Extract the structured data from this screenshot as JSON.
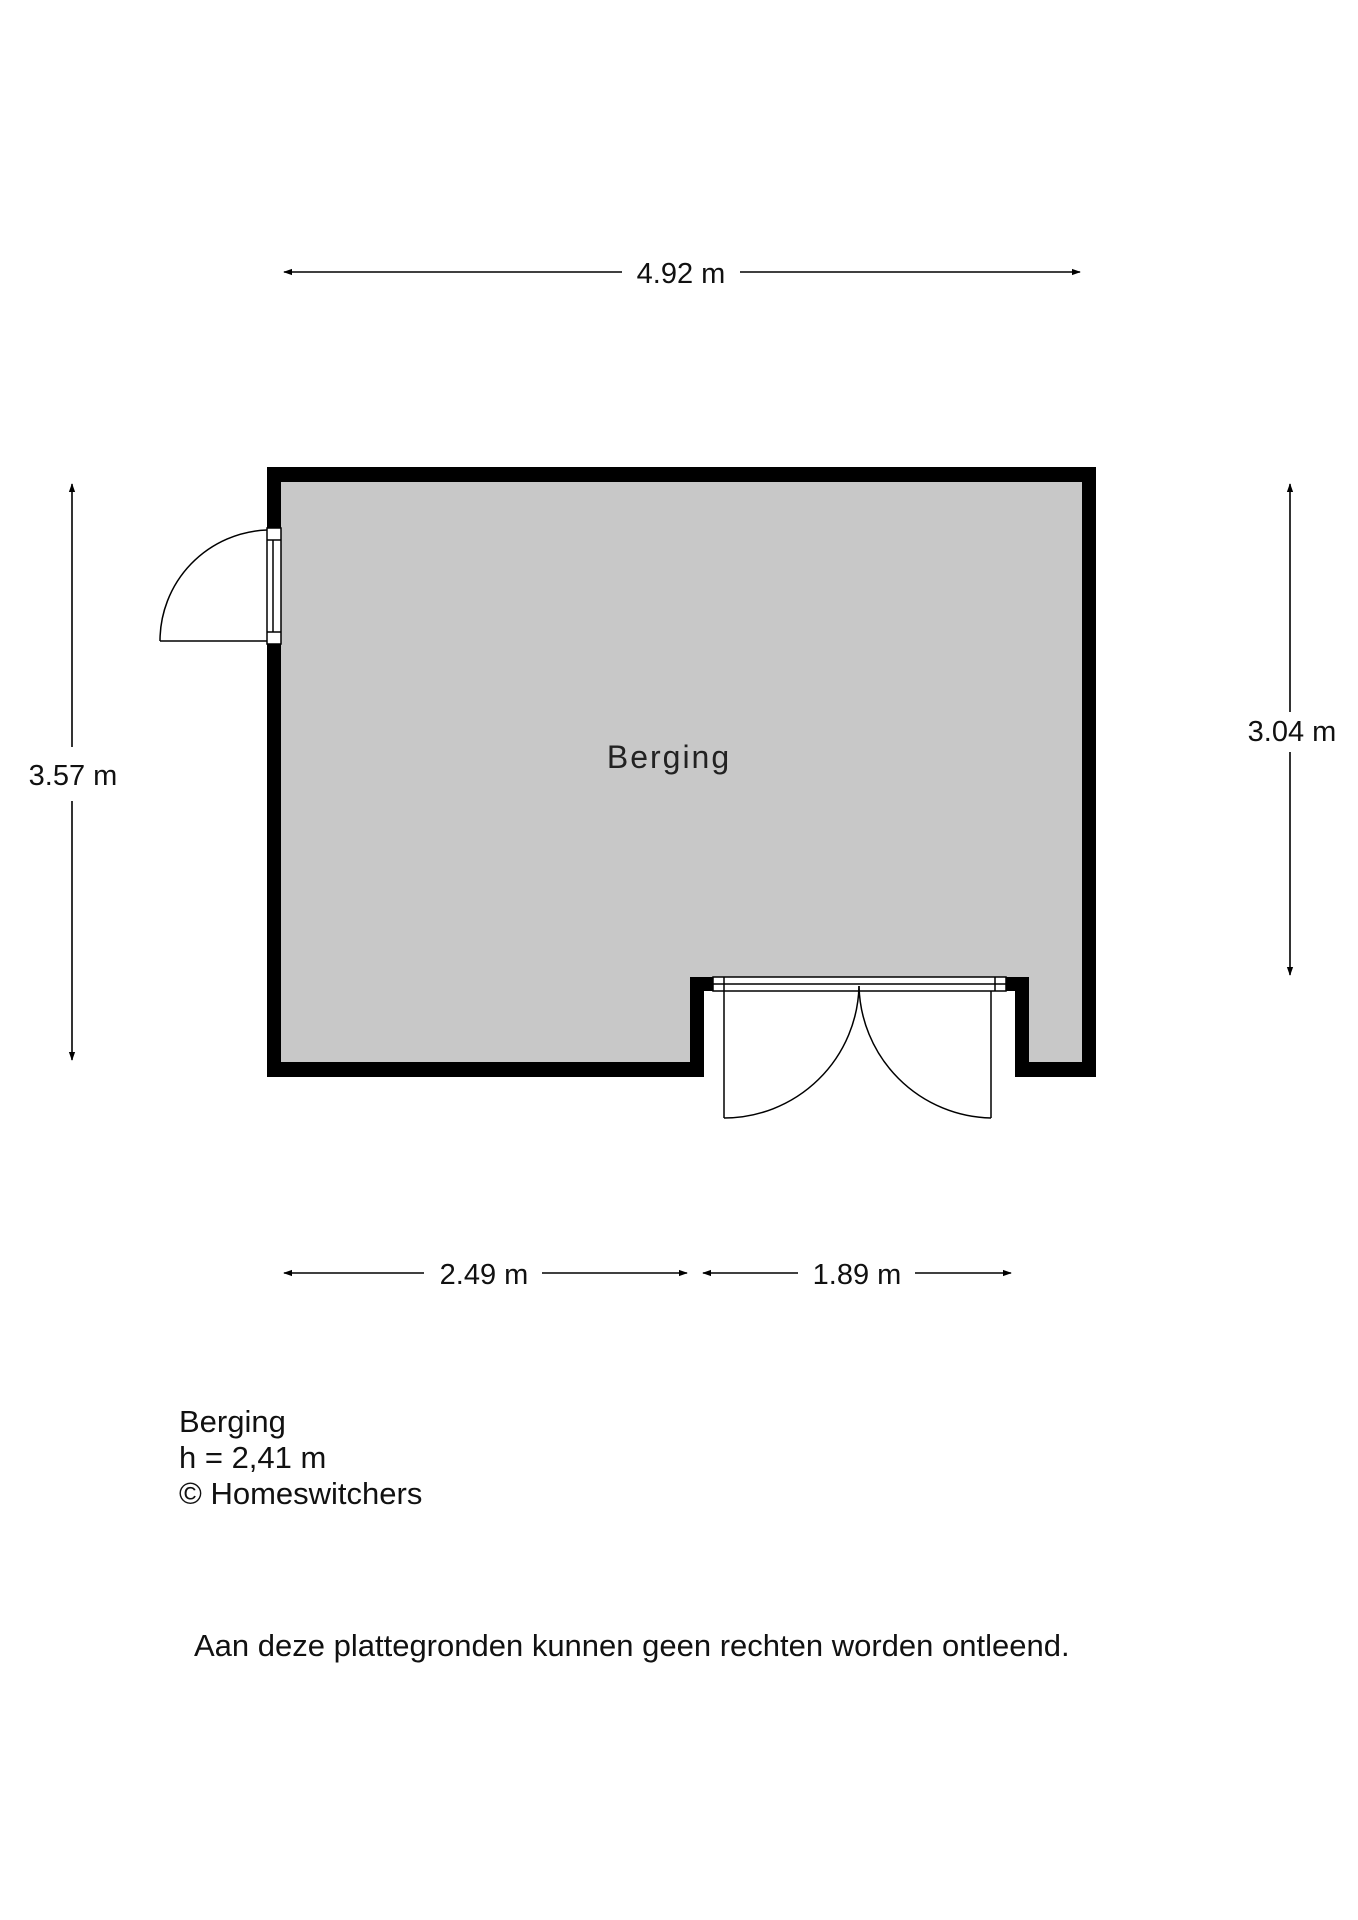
{
  "floorplan": {
    "room_label": "Berging",
    "dimensions": {
      "top_width": "4.92 m",
      "left_height": "3.57 m",
      "right_height": "3.04 m",
      "bottom_left_width": "2.49 m",
      "bottom_right_width": "1.89 m"
    },
    "colors": {
      "floor": "#c8c8c8",
      "wall": "#000000",
      "background": "#ffffff"
    }
  },
  "info": {
    "room_name": "Berging",
    "height": "h = 2,41 m",
    "copyright": "© Homeswitchers"
  },
  "disclaimer": "Aan deze plattegronden kunnen geen rechten worden ontleend."
}
